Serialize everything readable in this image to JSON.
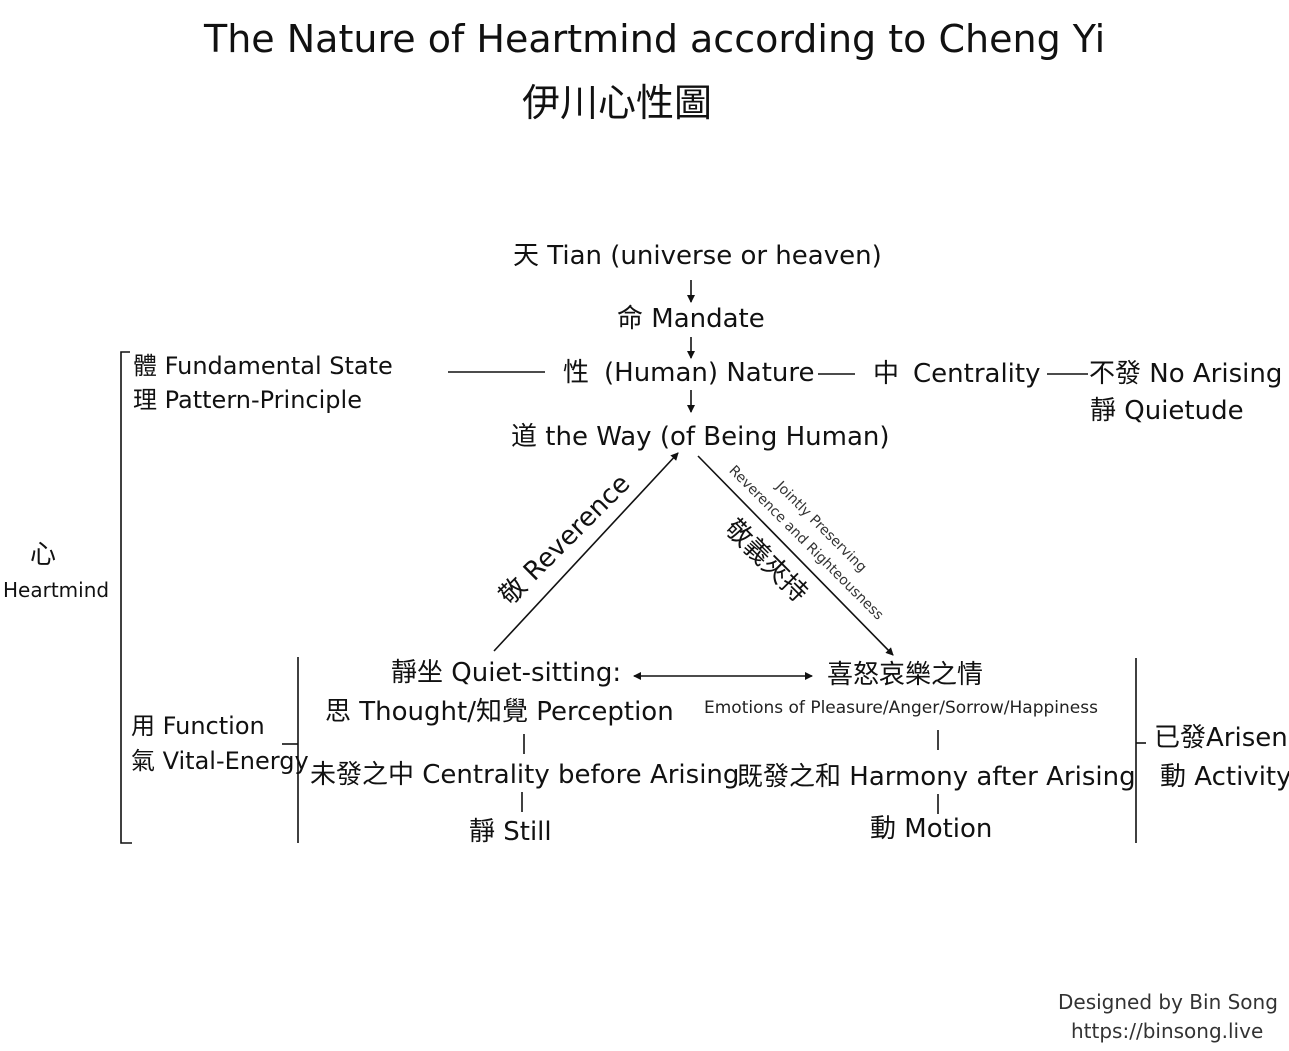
{
  "title": "The Nature of Heartmind according to Cheng Yi",
  "title_zh": "伊川心性圖",
  "heartmind": {
    "zh": "心",
    "en": "Heartmind"
  },
  "ti": {
    "line1": "體 Fundamental State",
    "line2": "理 Pattern-Principle"
  },
  "yong": {
    "line1": "用 Function",
    "line2": "氣 Vital-Energy"
  },
  "center": {
    "tian": "天 Tian (universe or heaven)",
    "mandate": "命 Mandate",
    "nature_zh": "性",
    "nature_en": "(Human) Nature",
    "way": "道 the Way (of Being Human)"
  },
  "centrality": {
    "zh": "中",
    "en": "Centrality"
  },
  "not_arising": {
    "line1": "不發 No Arising",
    "line2": "靜 Quietude"
  },
  "reverence": "敬 Reverence",
  "jointly": {
    "zh": "敬義夾持",
    "line1": "Jointly Preserving",
    "line2": "Reverence and Righteousness"
  },
  "left_bottom": {
    "quiet_sitting": "靜坐 Quiet-sitting:",
    "thought": "思 Thought/知覺 Perception",
    "centrality_before": "未發之中 Centrality before Arising",
    "still": "靜 Still"
  },
  "right_bottom": {
    "emotions_zh": "喜怒哀樂之情",
    "emotions_en": "Emotions of Pleasure/Anger/Sorrow/Happiness",
    "harmony": "既發之和 Harmony after Arising",
    "motion": "動 Motion"
  },
  "arisen": {
    "line1": "已發Arisen",
    "line2": "動 Activity"
  },
  "credit": {
    "line1": "Designed by Bin Song",
    "line2": "https://binsong.live"
  }
}
